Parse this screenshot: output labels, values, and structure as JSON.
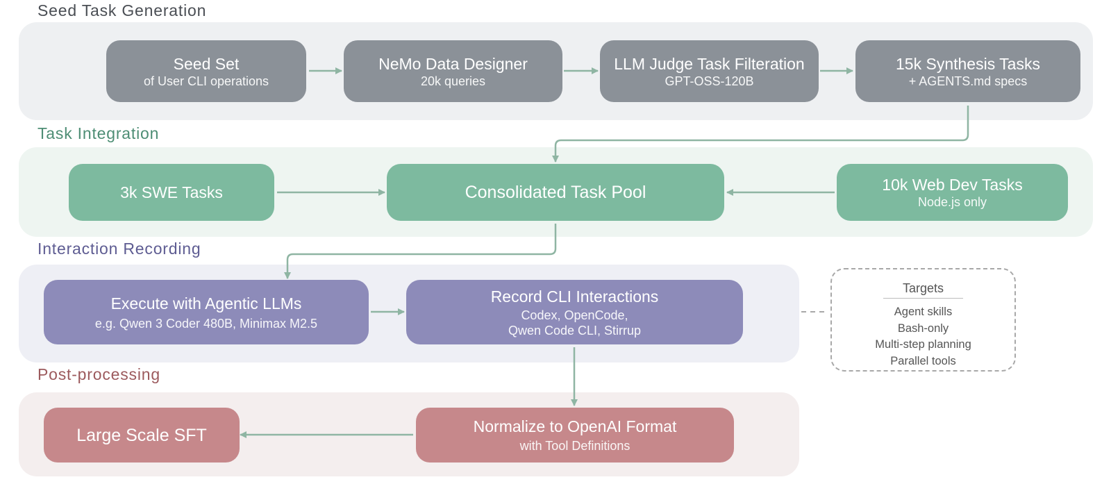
{
  "colors": {
    "gray_box": "#8b9198",
    "gray_band": "#eef0f2",
    "green_box": "#7dba9f",
    "green_band": "#eef5f1",
    "purple_box": "#8d8bb9",
    "purple_band": "#eeeff5",
    "red_box": "#c6888b",
    "red_band": "#f4eeee",
    "arrow": "#8fb5a3",
    "gray_label": "#4a4e54",
    "green_label": "#4d8d74",
    "purple_label": "#5e5c92",
    "red_label": "#9c5a5d"
  },
  "sections": {
    "seed": "Seed Task Generation",
    "integration": "Task Integration",
    "recording": "Interaction Recording",
    "post": "Post-processing"
  },
  "nodes": {
    "seed_set": {
      "title": "Seed Set",
      "sub": "of User CLI operations"
    },
    "nemo": {
      "title": "NeMo Data Designer",
      "sub": "20k queries"
    },
    "judge": {
      "title": "LLM Judge Task Filteration",
      "sub": "GPT-OSS-120B"
    },
    "synthesis": {
      "title": "15k Synthesis Tasks",
      "sub": "+ AGENTS.md specs"
    },
    "swe": {
      "title": "3k SWE Tasks"
    },
    "pool": {
      "title": "Consolidated Task Pool"
    },
    "webdev": {
      "title": "10k Web Dev Tasks",
      "sub": "Node.js only"
    },
    "execute": {
      "title": "Execute with Agentic LLMs",
      "sub": "e.g. Qwen 3 Coder 480B, Minimax M2.5"
    },
    "record": {
      "title": "Record CLI Interactions",
      "sub1": "Codex, OpenCode,",
      "sub2": "Qwen Code CLI, Stirrup"
    },
    "sft": {
      "title": "Large Scale SFT"
    },
    "normalize": {
      "title": "Normalize to OpenAI Format",
      "sub": "with Tool Definitions"
    }
  },
  "targets": {
    "title": "Targets",
    "items": [
      "Agent skills",
      "Bash-only",
      "Multi-step planning",
      "Parallel tools"
    ]
  }
}
